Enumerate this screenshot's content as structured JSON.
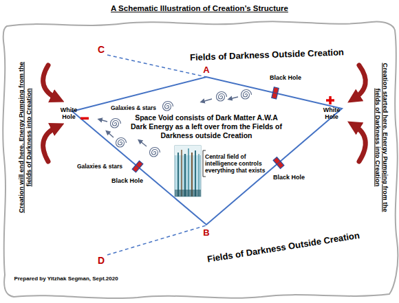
{
  "diagram": {
    "title": "A Schematic Illustration of Creation’s Structure",
    "nodes": [
      {
        "text": [
          "Space Void consists of Dark Matter A.W.A Dark Energy as a left over from the Fields of Darkness outside Creation"
        ]
      }
    ],
    "labels": [
      "C",
      "Fields of Darkness Outside Creation",
      "A",
      "Creation will end here. Energy Pumping from the fields of Darkness into Creation",
      "Creation started here. Energy Pumping from the fields of Darkness into Creation",
      "Black Hole",
      "Galaxies & stars",
      "White Hole",
      "White Hole",
      "Galaxies & stars",
      "Central field of intelligence controls everything that exists",
      "Black Hole",
      "Black Hole",
      "B",
      "Fields of Darkness Outside Creation",
      "D",
      "Prepared by Yitzhak Segman, Sept.2020"
    ]
  }
}
